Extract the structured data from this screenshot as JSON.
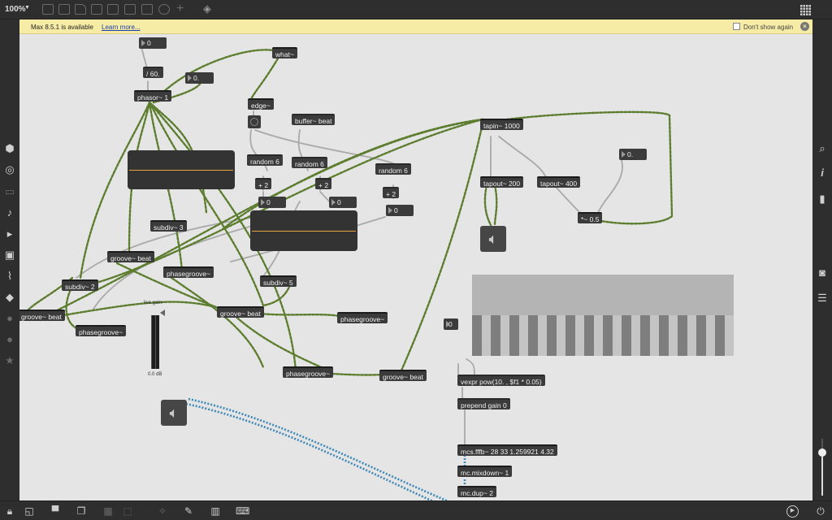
{
  "toolbar": {
    "zoom": "100%"
  },
  "banner": {
    "message": "Max 8.5.1 is available",
    "link": "Learn more...",
    "dont_show": "Don't show again",
    "close_glyph": "×"
  },
  "left_icons": [
    "cube-icon",
    "target-icon",
    "clip-icon",
    "note-icon",
    "transport-icon",
    "image-icon",
    "paperclip-icon",
    "plugin-icon",
    "snapshot-icon",
    "dollar-icon",
    "star-icon"
  ],
  "right_icons": [
    "search-icon",
    "info-icon",
    "book-icon",
    "camera-icon",
    "sliders-icon"
  ],
  "objects": {
    "div60": "/ 60.",
    "phasor": "phasor~ 1",
    "what": "what~",
    "edge": "edge~",
    "buffer": "buffer~ beat",
    "random6a": "random 6",
    "random6b": "random 6",
    "random6c": "random 6",
    "plus2a": "+ 2",
    "plus2b": "+ 2",
    "plus2c": "+ 2",
    "subdiv3": "subdiv~ 3",
    "subdiv2": "subdiv~ 2",
    "subdiv5": "subdiv~ 5",
    "groove1": "groove~ beat",
    "groove2": "groove~ beat",
    "groove3": "groove~ beat",
    "groove4": "groove~ beat",
    "phasegroove1": "phasegroove~",
    "phasegroove2": "phasegroove~",
    "phasegroove3": "phasegroove~",
    "phasegroove4": "phasegroove~",
    "tapin": "tapin~ 1000",
    "tapout200": "tapout~ 200",
    "tapout400": "tapout~ 400",
    "times05": "*~ 0.5",
    "vexpr": "vexpr pow(10. , $f1 * 0.05)",
    "prepend": "prepend gain 0",
    "mcfffb": "mcs.fffb~ 28 33 1.259921 4.32",
    "mcmixdown": "mc.mixdown~ 1",
    "mcdup": "mc.dup~ 2"
  },
  "numbers": {
    "n_top": "0",
    "n_div": "0.",
    "n_r1": "0",
    "n_r2": "0",
    "n_r3": "0",
    "n_tap": "0.",
    "n_ms": "0"
  },
  "live_gain": {
    "label": "live.gain~",
    "value": "0.0 dB"
  },
  "multislider": {
    "values": [
      0.5,
      0.5,
      0.5,
      0.5,
      0.5,
      0.5,
      0.5,
      0.5,
      0.5,
      0.5,
      0.5,
      0.5,
      0.5,
      0.5,
      0.5,
      0.5,
      0.5,
      0.5,
      0.5,
      0.5,
      0.5,
      0.5,
      0.5,
      0.5,
      0.5,
      0.5,
      0.5,
      0.5
    ]
  },
  "colors": {
    "canvas": "#e5e5e5",
    "object": "#3b3b3b",
    "cord_signal": "#5d7d2e",
    "cord_control": "#a9a9a9",
    "cord_mc": "#3c88b8",
    "banner": "#f7eca6",
    "scope_line": "#e8a43c"
  }
}
